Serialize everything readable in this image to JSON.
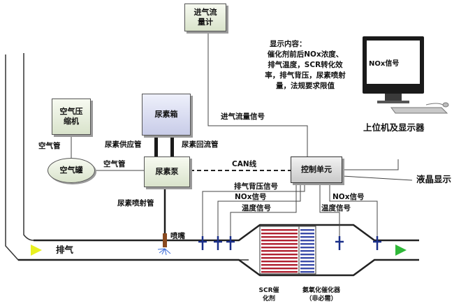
{
  "labels": {
    "inlet_flow_meter": "进气流量计",
    "display_content_title": "显示内容：",
    "display_content_body": "催化剂前后NOx浓度、排气温度，SCR转化效率，排气背压，尿素喷射量，法规要求限值",
    "screen_signal": "NOx信号",
    "host_and_display": "上位机及显示器",
    "air_compressor": "空气压缩机",
    "air_pipe_top": "空气管",
    "air_tank": "空气罐",
    "air_pipe_side": "空气管",
    "urea_tank": "尿素箱",
    "urea_supply_pipe": "尿素供应管",
    "urea_return_pipe": "尿素回流管",
    "urea_pump": "尿素泵",
    "can_bus": "CAN线",
    "control_unit": "控制单元",
    "inlet_flow_signal": "进气流量信号",
    "lcd_display": "液晶显示",
    "backpressure_signal": "排气背压信号",
    "nox_signal_front": "NOx信号",
    "temp_signal_front": "温度信号",
    "nox_signal_rear": "NOx信号",
    "temp_signal_rear": "温度信号",
    "urea_injection_pipe": "尿素喷射管",
    "nozzle": "喷嘴",
    "exhaust": "排气",
    "scr_catalyst": "SCR催化剂",
    "oxidation_catalyst": "氨氧化催化器（非必需）"
  },
  "colors": {
    "inlet_arrow": "#e8f020",
    "outlet_arrow": "#2fb838",
    "sensor": "#1a2f8a",
    "scr_stripe": "#b02030",
    "oxi_stripe": "#3a4aa8",
    "nozzle": "#8a4a20"
  },
  "icons": [
    "monitor-icon",
    "keyboard-icon",
    "mouse-icon",
    "sensor-probe-icon",
    "nozzle-spray-icon",
    "flow-arrow-icon"
  ]
}
